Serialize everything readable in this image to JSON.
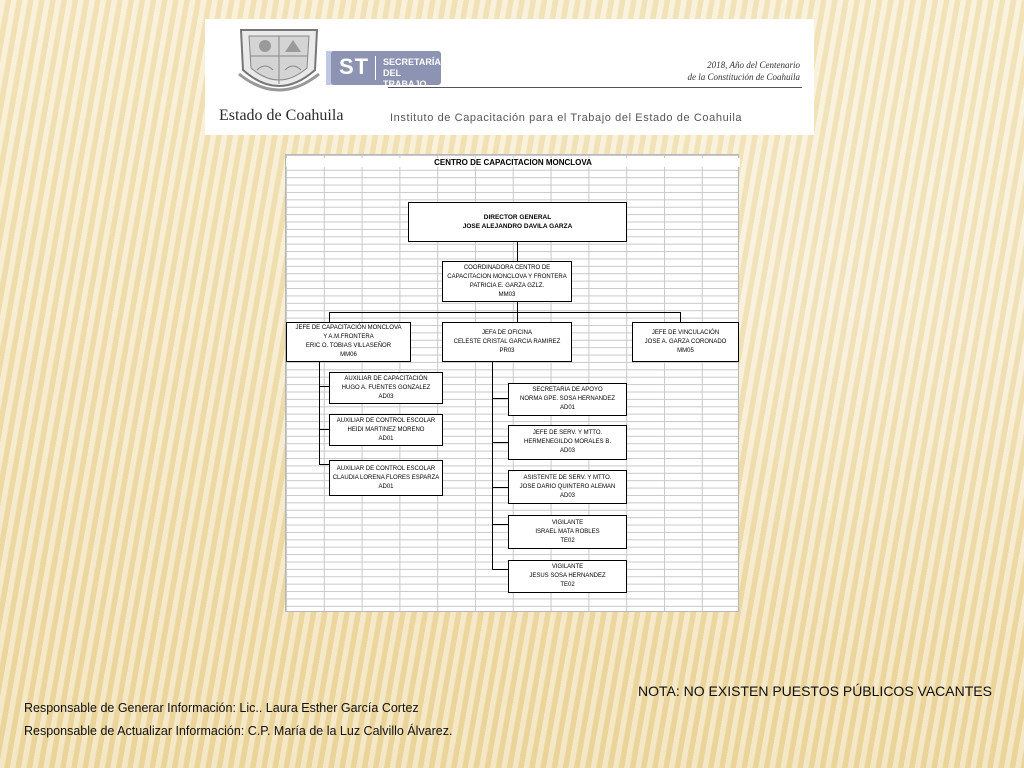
{
  "banner": {
    "estado": "Estado de Coahuila",
    "st_letters": "ST",
    "st_text": "SECRETARÍA\nDEL TRABAJO",
    "year_line1": "2018, Año del Centenario",
    "year_line2": "de la Constitución de Coahuila",
    "instituto": "Instituto de Capacitación para el Trabajo del Estado de Coahuila"
  },
  "chart": {
    "title": "CENTRO DE CAPACITACION MONCLOVA",
    "director": {
      "l1": "DIRECTOR GENERAL",
      "l2": "JOSE ALEJANDRO DAVILA GARZA"
    },
    "coord": {
      "l1": "COORDINADORA CENTRO DE",
      "l2": "CAPACITACION MONCLOVA Y FRONTERA",
      "l3": "PATRICIA E. GARZA GZLZ.",
      "l4": "MM03"
    },
    "jefe_cap": {
      "l1": "JEFE DE CAPACITACIÓN MONCLOVA",
      "l2": "Y A.M.FRONTERA",
      "l3": "ERIC O. TOBIAS VILLASEÑOR",
      "l4": "MM06"
    },
    "jefa_of": {
      "l1": "JEFA DE OFICINA",
      "l2": "CELESTE CRISTAL GARCIA RAMIREZ",
      "l3": "PR03"
    },
    "jefe_vin": {
      "l1": "JEFE DE VINCULACIÓN",
      "l2": "JOSE A. GARZA CORONADO",
      "l3": "MM05"
    },
    "aux_cap": {
      "l1": "AUXILIAR DE CAPACITACIÓN",
      "l2": "HUGO A. FUENTES GONZALEZ",
      "l3": "AD03"
    },
    "aux_ctrl1": {
      "l1": "AUXILIAR DE CONTROL ESCOLAR",
      "l2": "HEIDI MARTINEZ MORENO",
      "l3": "AD01"
    },
    "aux_ctrl2": {
      "l1": "AUXILIAR DE CONTROL ESCOLAR",
      "l2": "CLAUDIA LORENA FLORES ESPARZA",
      "l3": "AD01"
    },
    "sec_apoyo": {
      "l1": "SECRETARIA DE APOYO",
      "l2": "NORMA GPE. SOSA HERNANDEZ",
      "l3": "AD01"
    },
    "jefe_serv": {
      "l1": "JEFE DE SERV. Y MTTO.",
      "l2": "HERMENEGILDO MORALES B.",
      "l3": "AD03"
    },
    "asis_serv": {
      "l1": "ASISTENTE DE SERV. Y MTTO.",
      "l2": "JOSE DARIO QUINTERO ALEMAN",
      "l3": "AD03"
    },
    "vig1": {
      "l1": "VIGILANTE",
      "l2": "ISRAEL MATA ROBLES",
      "l3": "TE02"
    },
    "vig2": {
      "l1": "VIGILANTE",
      "l2": "JESUS SOSA HERNANDEZ",
      "l3": "TE02"
    }
  },
  "footer": {
    "nota": "NOTA: NO EXISTEN PUESTOS PÚBLICOS VACANTES",
    "resp1": "Responsable de Generar Información: Lic.. Laura Esther García Cortez",
    "resp2": "Responsable de Actualizar Información: C.P. María de la Luz Calvillo Álvarez."
  }
}
